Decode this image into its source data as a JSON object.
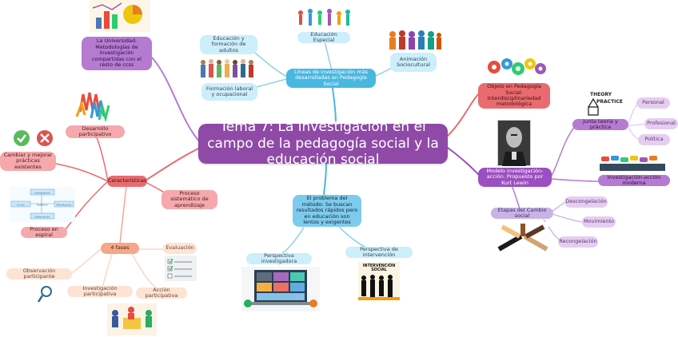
{
  "central": {
    "title": "Tema 7: La investigación en el campo de la pedagogía social y la educación social"
  },
  "top": {
    "lineas": "Líneas de investigación más desarrolladas en Pedagogía Social",
    "educacion_adultos": "Educación y formación de adultos",
    "formacion_laboral": "Formación laboral y ocupacional",
    "educacion_especial": "Educación Especial",
    "animacion": "Animación Sociocultural"
  },
  "left": {
    "universidad": "La Universidad. Metodologías de investigación compartidas con el resto de ccss",
    "caracteristicas": "Características",
    "desarrollo": "Desarrollo participativo",
    "cambiar": "Cambiar y mejorar prácticas existentes",
    "espiral": "Proceso en espiral",
    "sistematico": "Proceso sistemático de aprendizaje",
    "fases": "4 fases",
    "evaluacion": "Evaluación",
    "observacion": "Observación participante",
    "investigacion_participativa": "Investigación participativa",
    "accion_participativa": "Acción participativa",
    "diagram_labels": [
      "Investigación",
      "Acción",
      "Planificación",
      "Observación",
      "Reflexión"
    ]
  },
  "bottom": {
    "metodo": "El problema del método: Se buscan resultados rápidos pero en educación son lentos y exigentes",
    "perspectiva_investigadora": "Perspectiva investigadora",
    "perspectiva_intervencion": "Perspectiva de intervención",
    "intervencion_social_img": "INTERVENCIÓN SOCIAL"
  },
  "right": {
    "objeto": "Objeto en Pedagogía Social: Interdisciplinariedad metodológica",
    "modelo": "Modelo investigación-acción. Propuesto por Kurt Lewin",
    "junta": "Junta teoría y práctica",
    "personal": "Personal",
    "profesional": "Profesional",
    "politica": "Política",
    "moderno": "Investigación-acción moderna",
    "etapas": "Etapas del Cambio social",
    "descongelacion": "Descongelación",
    "movimiento": "Movimiento",
    "recongelacion": "Recongelación",
    "theory_img": "THEORY",
    "practice_img": "PRACTICE"
  },
  "colors": {
    "central": "#8e4aa6",
    "cyan": "#49b8e0",
    "red": "#ea6b6f",
    "peach": "#f6a789",
    "purple": "#b57bd1"
  }
}
